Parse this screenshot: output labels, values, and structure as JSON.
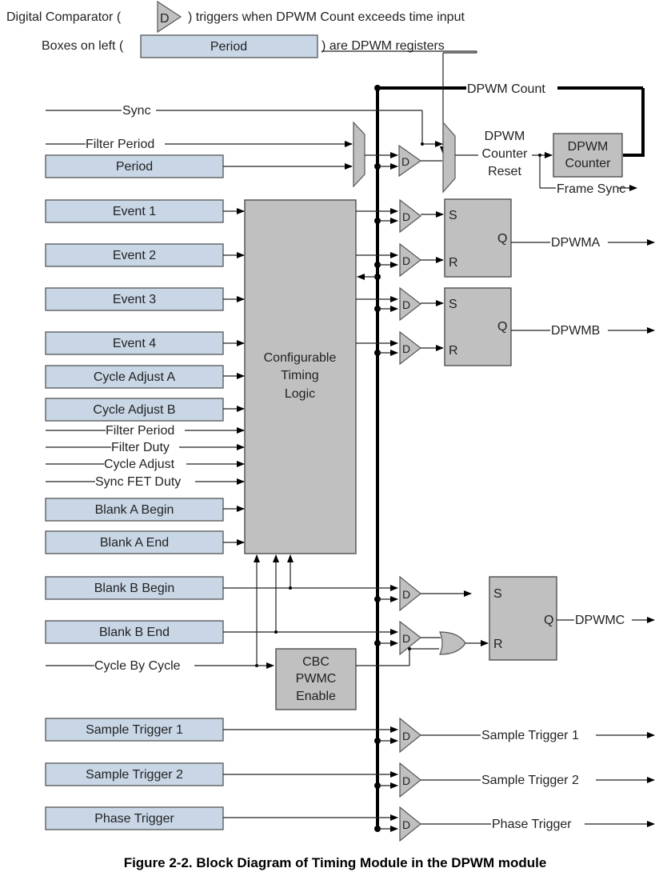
{
  "legend": {
    "comparator_prefix": "Digital Comparator (",
    "comparator_symbol": "D",
    "comparator_suffix": ") triggers when DPWM Count exceeds time input",
    "boxes_prefix": "Boxes on left (",
    "boxes_example": "Period",
    "boxes_suffix": ") are DPWM registers"
  },
  "signals": {
    "sync": "Sync",
    "filter_period_top": "Filter Period",
    "dpwm_count": "DPWM Count",
    "counter_reset": [
      "DPWM",
      "Counter",
      "Reset"
    ],
    "frame_sync": "Frame Sync",
    "filter_period": "Filter Period",
    "filter_duty": "Filter Duty",
    "cycle_adjust": "Cycle Adjust",
    "sync_fet_duty": "Sync FET Duty",
    "cycle_by_cycle": "Cycle By Cycle"
  },
  "registers": {
    "period": "Period",
    "event1": "Event 1",
    "event2": "Event 2",
    "event3": "Event 3",
    "event4": "Event 4",
    "cycle_adjust_a": "Cycle Adjust A",
    "cycle_adjust_b": "Cycle Adjust B",
    "blank_a_begin": "Blank A Begin",
    "blank_a_end": "Blank A End",
    "blank_b_begin": "Blank B Begin",
    "blank_b_end": "Blank B End",
    "sample_trigger_1": "Sample Trigger 1",
    "sample_trigger_2": "Sample Trigger 2",
    "phase_trigger": "Phase Trigger"
  },
  "blocks": {
    "dpwm_counter": [
      "DPWM",
      "Counter"
    ],
    "timing_logic": [
      "Configurable",
      "Timing",
      "Logic"
    ],
    "cbc": [
      "CBC",
      "PWMC",
      "Enable"
    ],
    "comparator": "D",
    "latch_s": "S",
    "latch_r": "R",
    "latch_q": "Q"
  },
  "outputs": {
    "dpwma": "DPWMA",
    "dpwmb": "DPWMB",
    "dpwmc": "DPWMC",
    "sample_trigger_1": "Sample Trigger 1",
    "sample_trigger_2": "Sample Trigger 2",
    "phase_trigger": "Phase Trigger"
  },
  "caption": "Figure 2-2. Block Diagram of Timing Module in the DPWM module"
}
